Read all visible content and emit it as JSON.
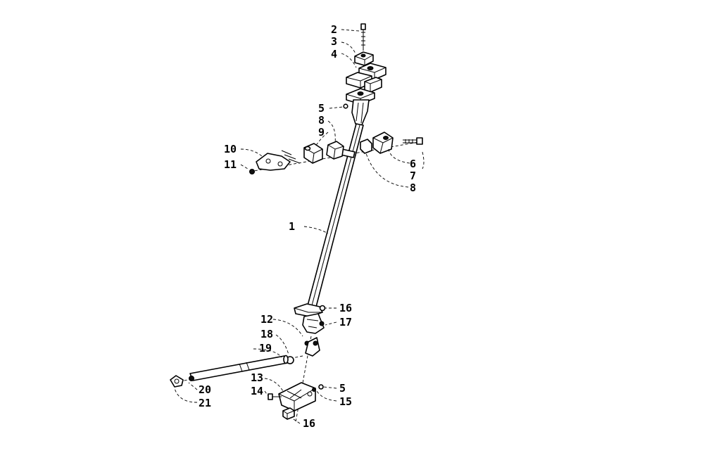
{
  "callouts": [
    {
      "id": "c2",
      "text": "2"
    },
    {
      "id": "c3",
      "text": "3"
    },
    {
      "id": "c4",
      "text": "4"
    },
    {
      "id": "c5a",
      "text": "5"
    },
    {
      "id": "c8a",
      "text": "8"
    },
    {
      "id": "c9",
      "text": "9"
    },
    {
      "id": "c10",
      "text": "10"
    },
    {
      "id": "c11",
      "text": "11"
    },
    {
      "id": "c6",
      "text": "6"
    },
    {
      "id": "c7",
      "text": "7"
    },
    {
      "id": "c8b",
      "text": "8"
    },
    {
      "id": "c1",
      "text": "1"
    },
    {
      "id": "c16a",
      "text": "16"
    },
    {
      "id": "c12",
      "text": "12"
    },
    {
      "id": "c17",
      "text": "17"
    },
    {
      "id": "c18",
      "text": "18"
    },
    {
      "id": "c19",
      "text": "19"
    },
    {
      "id": "c13",
      "text": "13"
    },
    {
      "id": "c5b",
      "text": "5"
    },
    {
      "id": "c14",
      "text": "14"
    },
    {
      "id": "c15",
      "text": "15"
    },
    {
      "id": "c20",
      "text": "20"
    },
    {
      "id": "c21",
      "text": "21"
    },
    {
      "id": "c16b",
      "text": "16"
    }
  ]
}
